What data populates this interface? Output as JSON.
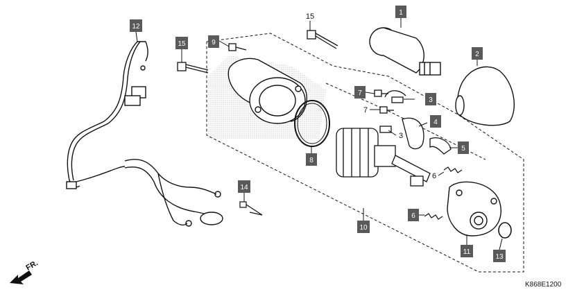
{
  "diagram": {
    "part_labels": {
      "p1": "1",
      "p2": "2",
      "p3": "3",
      "p4": "4",
      "p5": "5",
      "p7": "7",
      "p8": "8",
      "p9": "9",
      "p10": "10",
      "p11": "11",
      "p12": "12",
      "p13": "13",
      "p14": "14",
      "p15": "15"
    },
    "plain_labels": {
      "p15_top": "15",
      "p7_b": "7",
      "p3_b": "3",
      "p6_a": "6"
    },
    "boxed_extra": {
      "p6_b": "6"
    },
    "direction_label": "FR.",
    "drawing_code": "K868E1200"
  },
  "colors": {
    "label_box": "#5a5a5a",
    "line": "#111111",
    "shade": "#d4d4d4"
  }
}
